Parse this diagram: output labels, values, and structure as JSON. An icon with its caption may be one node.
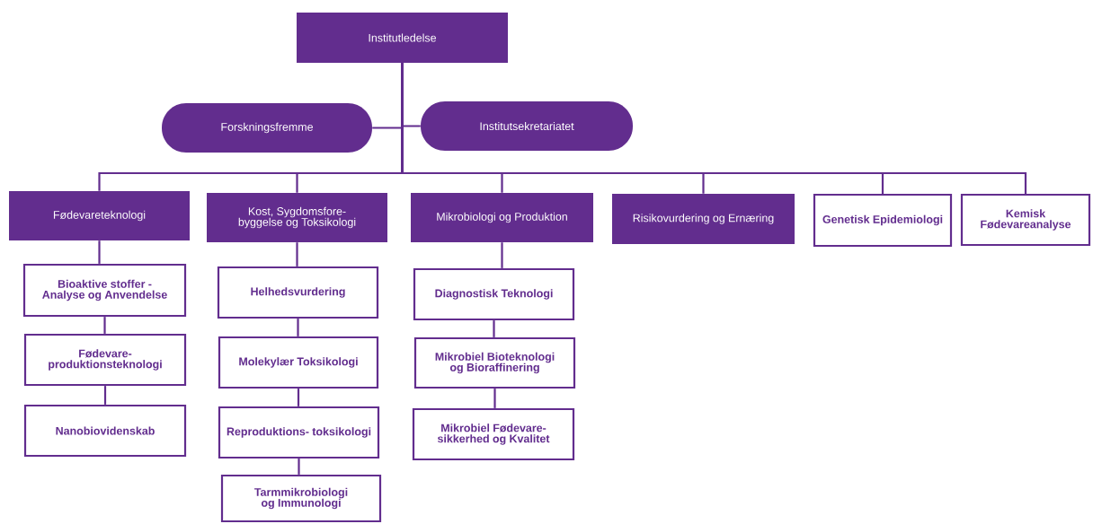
{
  "diagram": {
    "nodes": [
      {
        "text": [
          "Institutledelse"
        ]
      },
      {
        "text": [
          "Forskningsfremme"
        ]
      },
      {
        "text": [
          "Institutsekretariatet"
        ]
      },
      {
        "text": [
          "Fødevareteknologi"
        ]
      },
      {
        "text": [
          "Kost, Sygdomsfore- byggelse og Toksikologi"
        ]
      },
      {
        "text": [
          "Mikrobiologi og Produktion"
        ]
      },
      {
        "text": [
          "Risikovurdering og Ernæring"
        ]
      },
      {
        "text": [
          "Genetisk Epidemiologi"
        ]
      },
      {
        "text": [
          "Kemisk Fødevareanalyse"
        ]
      },
      {
        "text": [
          "Bioaktive stoffer - Analyse og Anvendelse"
        ]
      },
      {
        "text": [
          "Fødevare- produktionsteknologi"
        ]
      },
      {
        "text": [
          "Nanobiovidenskab"
        ]
      },
      {
        "text": [
          "Helhedsvurdering"
        ]
      },
      {
        "text": [
          "Molekylær Toksikologi"
        ]
      },
      {
        "text": [
          "Reproduktions- toksikologi"
        ]
      },
      {
        "text": [
          "Tarmmikrobiologi og Immunologi"
        ]
      },
      {
        "text": [
          "Diagnostisk Teknologi"
        ]
      },
      {
        "text": [
          "Mikrobiel Bioteknologi og Bioraffinering"
        ]
      },
      {
        "text": [
          "Mikrobiel Fødevare- sikkerhed og Kvalitet"
        ]
      }
    ],
    "edges": [
      {
        "from": 0,
        "to": 1,
        "arrow": "none"
      },
      {
        "from": 0,
        "to": 2,
        "arrow": "none"
      },
      {
        "from": 0,
        "to": 3,
        "arrow": "none"
      },
      {
        "from": 0,
        "to": 4,
        "arrow": "none"
      },
      {
        "from": 0,
        "to": 5,
        "arrow": "none"
      },
      {
        "from": 0,
        "to": 6,
        "arrow": "none"
      },
      {
        "from": 0,
        "to": 7,
        "arrow": "none"
      },
      {
        "from": 0,
        "to": 8,
        "arrow": "none"
      },
      {
        "from": 3,
        "to": 9,
        "arrow": "none"
      },
      {
        "from": 9,
        "to": 10,
        "arrow": "none"
      },
      {
        "from": 10,
        "to": 11,
        "arrow": "none"
      },
      {
        "from": 4,
        "to": 12,
        "arrow": "none"
      },
      {
        "from": 12,
        "to": 13,
        "arrow": "none"
      },
      {
        "from": 13,
        "to": 14,
        "arrow": "none"
      },
      {
        "from": 14,
        "to": 15,
        "arrow": "none"
      },
      {
        "from": 5,
        "to": 16,
        "arrow": "none"
      },
      {
        "from": 16,
        "to": 17,
        "arrow": "none"
      },
      {
        "from": 17,
        "to": 18,
        "arrow": "none"
      }
    ]
  }
}
